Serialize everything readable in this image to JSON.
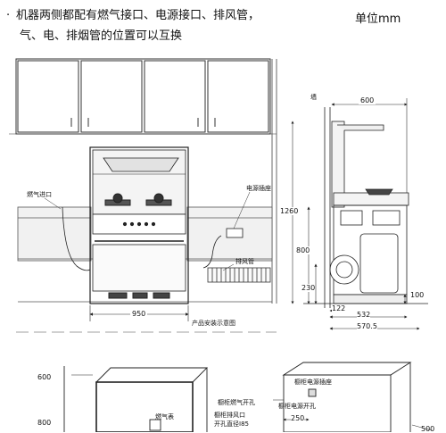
{
  "header": {
    "bullet": "·",
    "note_line1": "机器两侧都配有燃气接口、电源接口、排风管，",
    "note_line2": "气、电、排烟管的位置可以互换",
    "unit": "单位mm"
  },
  "front_view": {
    "gas_inlet_label": "燃气进口",
    "power_socket_label": "电源插座",
    "exhaust_pipe_label": "排风管",
    "width_dim": "950",
    "caption": "产品安装示意图"
  },
  "side_view": {
    "wall_label": "墙",
    "depth_top": "600",
    "height_total": "1260",
    "height_counter": "800",
    "height_low": "230",
    "height_base": "100",
    "dim_122": "122",
    "dim_532": "532",
    "dim_5705": "570.5"
  },
  "bottom_left": {
    "dim_600": "600",
    "dim_800": "800",
    "gas_meter_label": "燃气表",
    "cabinet_gas_hole": "橱柜燃气开孔",
    "cabinet_exhaust_hole": "橱柜排风口",
    "hole_diameter": "开孔直径Ⅰ85"
  },
  "bottom_right": {
    "cabinet_socket": "橱柜电源插座",
    "cabinet_power_hole": "橱柜电源开孔",
    "dim_250": "250",
    "dim_500": "500"
  }
}
